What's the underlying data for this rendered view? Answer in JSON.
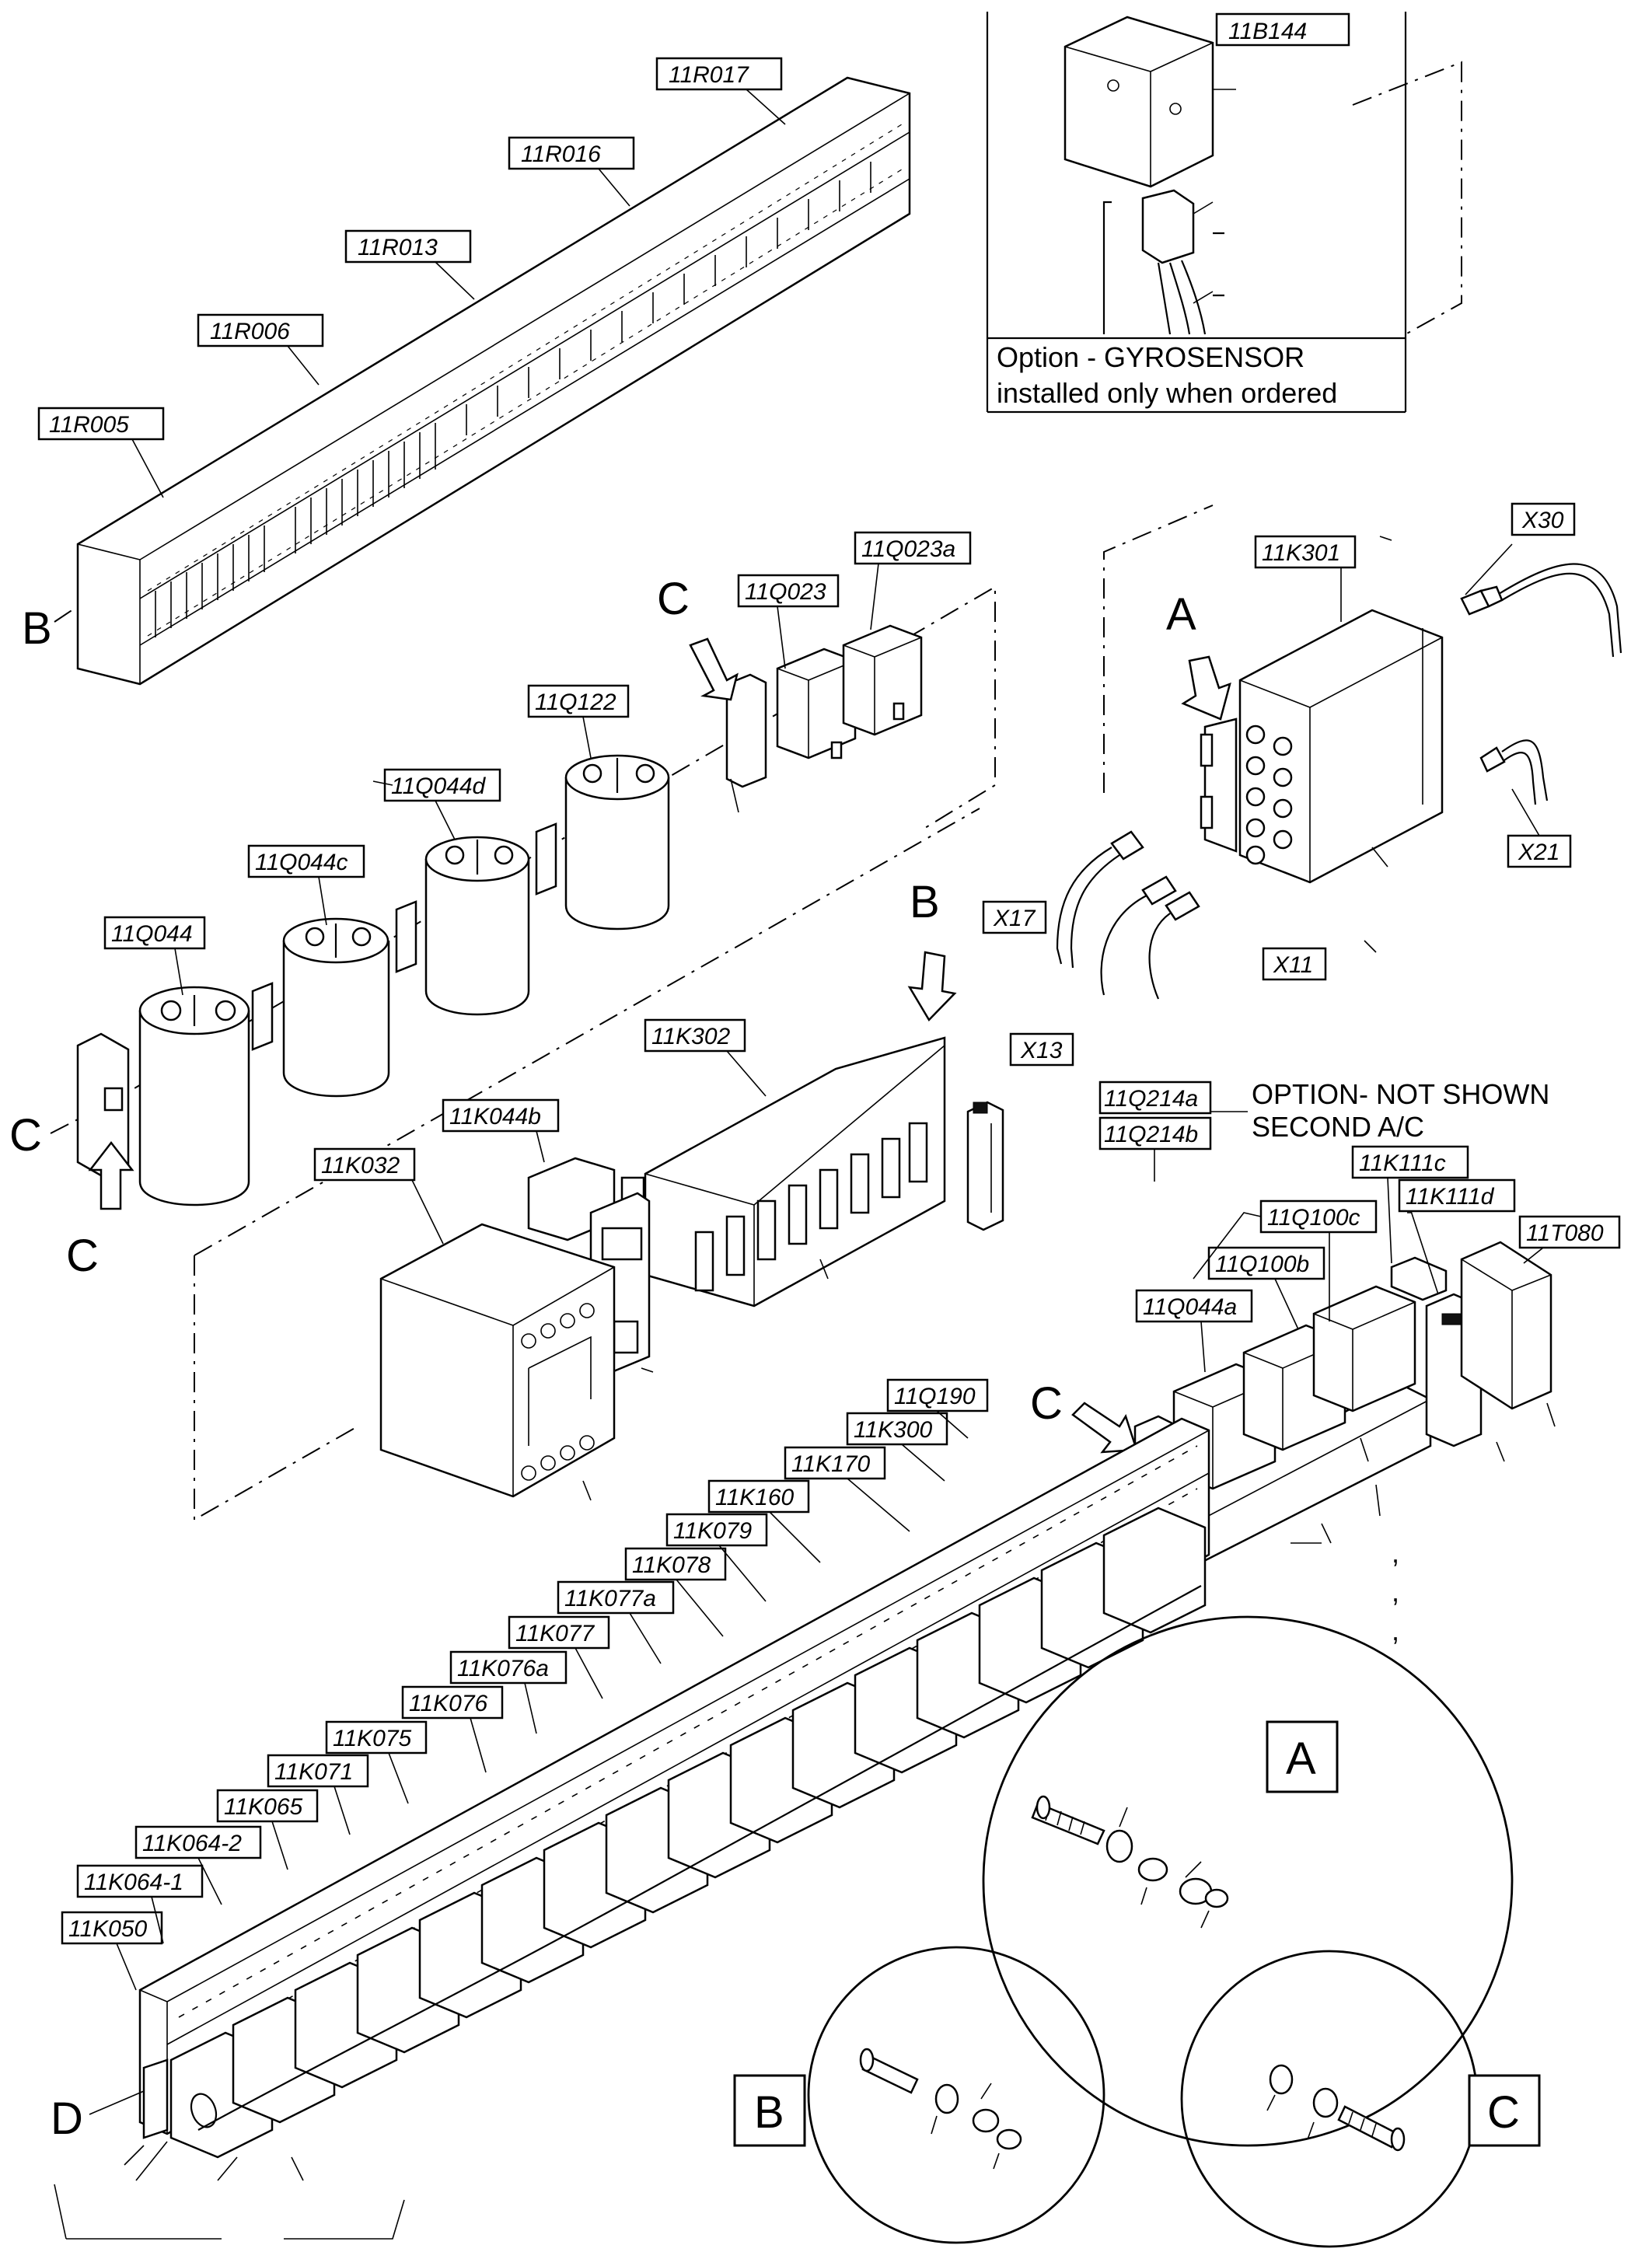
{
  "labels": {
    "r005": "11R005",
    "r006": "11R006",
    "r013": "11R013",
    "r016": "11R016",
    "r017": "11R017",
    "b144": "11B144",
    "k301": "11K301",
    "x30": "X30",
    "x21": "X21",
    "x17": "X17",
    "x11": "X11",
    "x13": "X13",
    "q023": "11Q023",
    "q023a": "11Q023a",
    "q122": "11Q122",
    "q044d": "11Q044d",
    "q044c": "11Q044c",
    "q044": "11Q044",
    "k302": "11K302",
    "k044b": "11K044b",
    "k032": "11K032",
    "q214a": "11Q214a",
    "q214b": "11Q214b",
    "k111c": "11K111c",
    "k111d": "11K111d",
    "q100c": "11Q100c",
    "q100b": "11Q100b",
    "q044a": "11Q044a",
    "t080": "11T080",
    "q190": "11Q190",
    "k300": "11K300",
    "k170": "11K170",
    "k160": "11K160",
    "k079": "11K079",
    "k078": "11K078",
    "k077a": "11K077a",
    "k077": "11K077",
    "k076a": "11K076a",
    "k076": "11K076",
    "k075": "11K075",
    "k071": "11K071",
    "k065": "11K065",
    "k064_2": "11K064-2",
    "k064_1": "11K064-1",
    "k050": "11K050"
  },
  "notes": {
    "gyro_line1": "Option - GYROSENSOR",
    "gyro_line2": "installed only when ordered",
    "option_line1": "OPTION- NOT SHOWN",
    "option_line2": "SECOND A/C",
    "commas": ","
  },
  "markers": {
    "a": "A",
    "b": "B",
    "c": "C",
    "d": "D"
  }
}
